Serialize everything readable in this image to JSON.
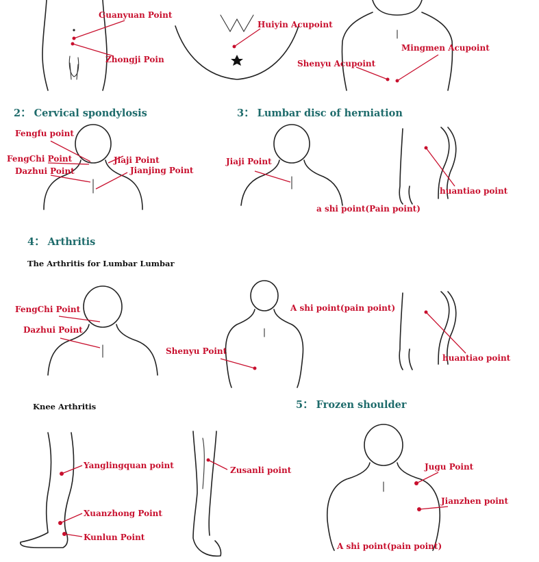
{
  "colors": {
    "label": "#c8102e",
    "heading": "#1e6b6b",
    "subheading": "#111111",
    "lines": "#222222"
  },
  "section1": {
    "labels": {
      "guanyuan": "Guanyuan Point",
      "zhongji": "Zhongji Poin",
      "huiyin": "Huiyin Acupoint",
      "mingmen": "Mingmen Acupoint",
      "shenyu": "Shenyu Acupoint"
    }
  },
  "section2": {
    "heading": "2： Cervical spondylosis",
    "labels": {
      "fengfu": "Fengfu point",
      "fengchi": "FengChi Point",
      "dazhui": "Dazhui Point",
      "jiaji": "Jiaji Point",
      "jianjing": "Jianjing Point"
    }
  },
  "section3": {
    "heading": "3： Lumbar disc of herniation",
    "labels": {
      "jiaji": "Jiaji Point",
      "huantiao": "huantiao point",
      "ashi": "a shi point(Pain point)"
    }
  },
  "section4": {
    "heading": "4： Arthritis",
    "subheading": "The Arthritis for Lumbar Lumbar",
    "labels": {
      "fengchi": "FengChi Point",
      "dazhui": "Dazhui Point",
      "ashi": "A shi point(pain point)",
      "shenyu": "Shenyu Point",
      "huantiao": "huantiao point"
    }
  },
  "knee": {
    "subheading": "Knee Arthritis",
    "labels": {
      "yanglingquan": "Yanglingquan point",
      "xuanzhong": "Xuanzhong Point",
      "kunlun": "Kunlun Point",
      "zusanli": "Zusanli point"
    }
  },
  "section5": {
    "heading": "5： Frozen shoulder",
    "labels": {
      "jugu": "Jugu Point",
      "jianzhen": "Jianzhen point",
      "ashi": "A shi point(pain point)"
    }
  }
}
